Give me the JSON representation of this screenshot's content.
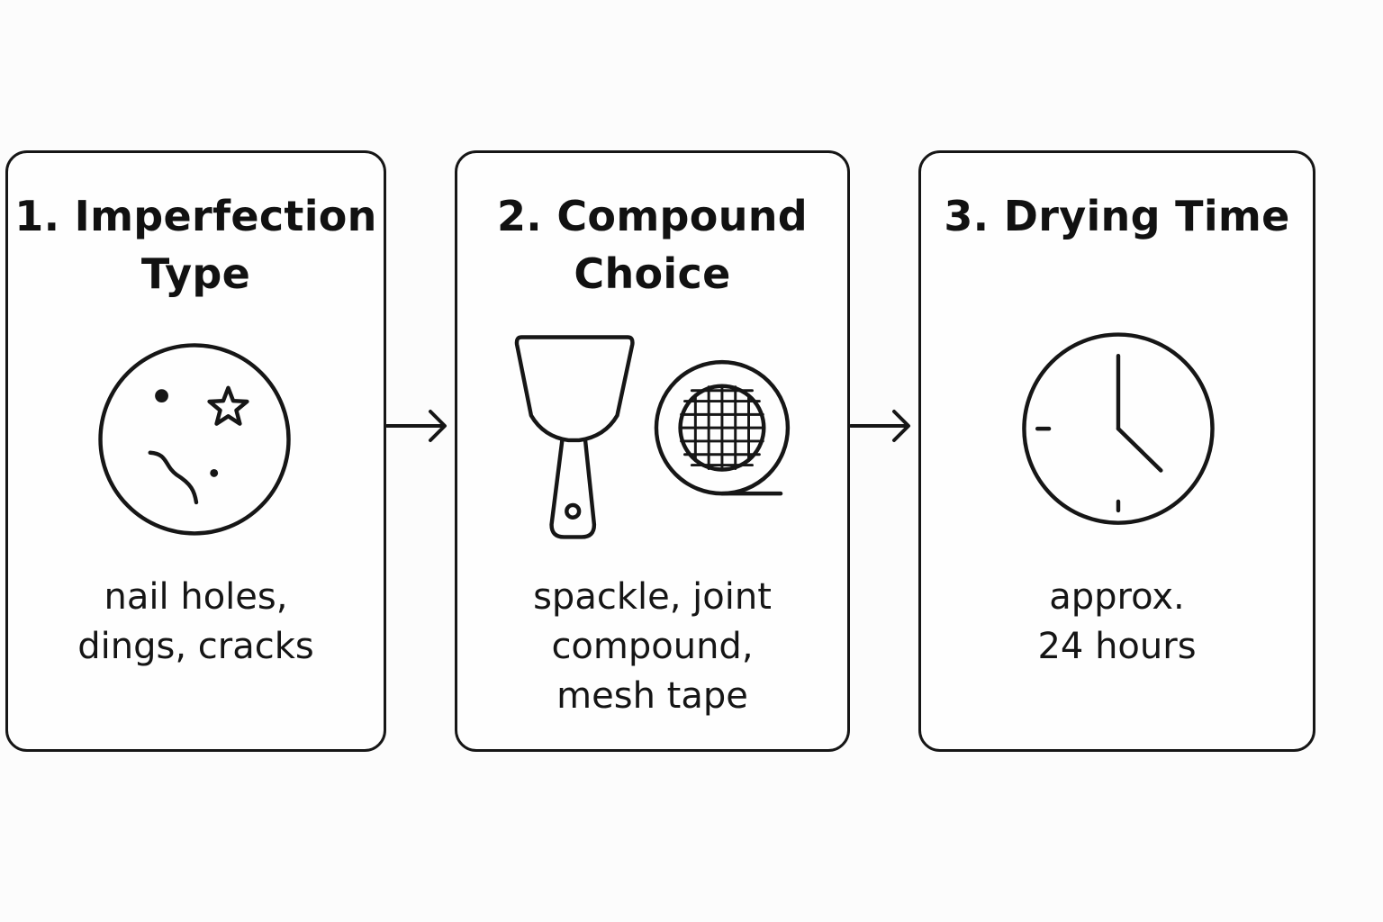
{
  "steps": [
    {
      "title_lines": [
        "1. Imperfection",
        "Type"
      ],
      "icon": "wall-imperfections-icon",
      "description_lines": [
        "nail holes,",
        "dings, cracks"
      ]
    },
    {
      "title_lines": [
        "2.  Compound",
        "Choice"
      ],
      "icons": [
        "putty-knife-icon",
        "mesh-tape-roll-icon"
      ],
      "description_lines": [
        "spackle, joint",
        "compound,",
        "mesh tape"
      ]
    },
    {
      "title_lines": [
        "3. Drying Time"
      ],
      "icon": "clock-icon",
      "description_lines": [
        "approx.",
        "24 hours"
      ]
    }
  ],
  "connectors": [
    "arrow-right-icon",
    "arrow-right-icon"
  ],
  "colors": {
    "stroke": "#161616",
    "background": "#fcfcfc"
  }
}
